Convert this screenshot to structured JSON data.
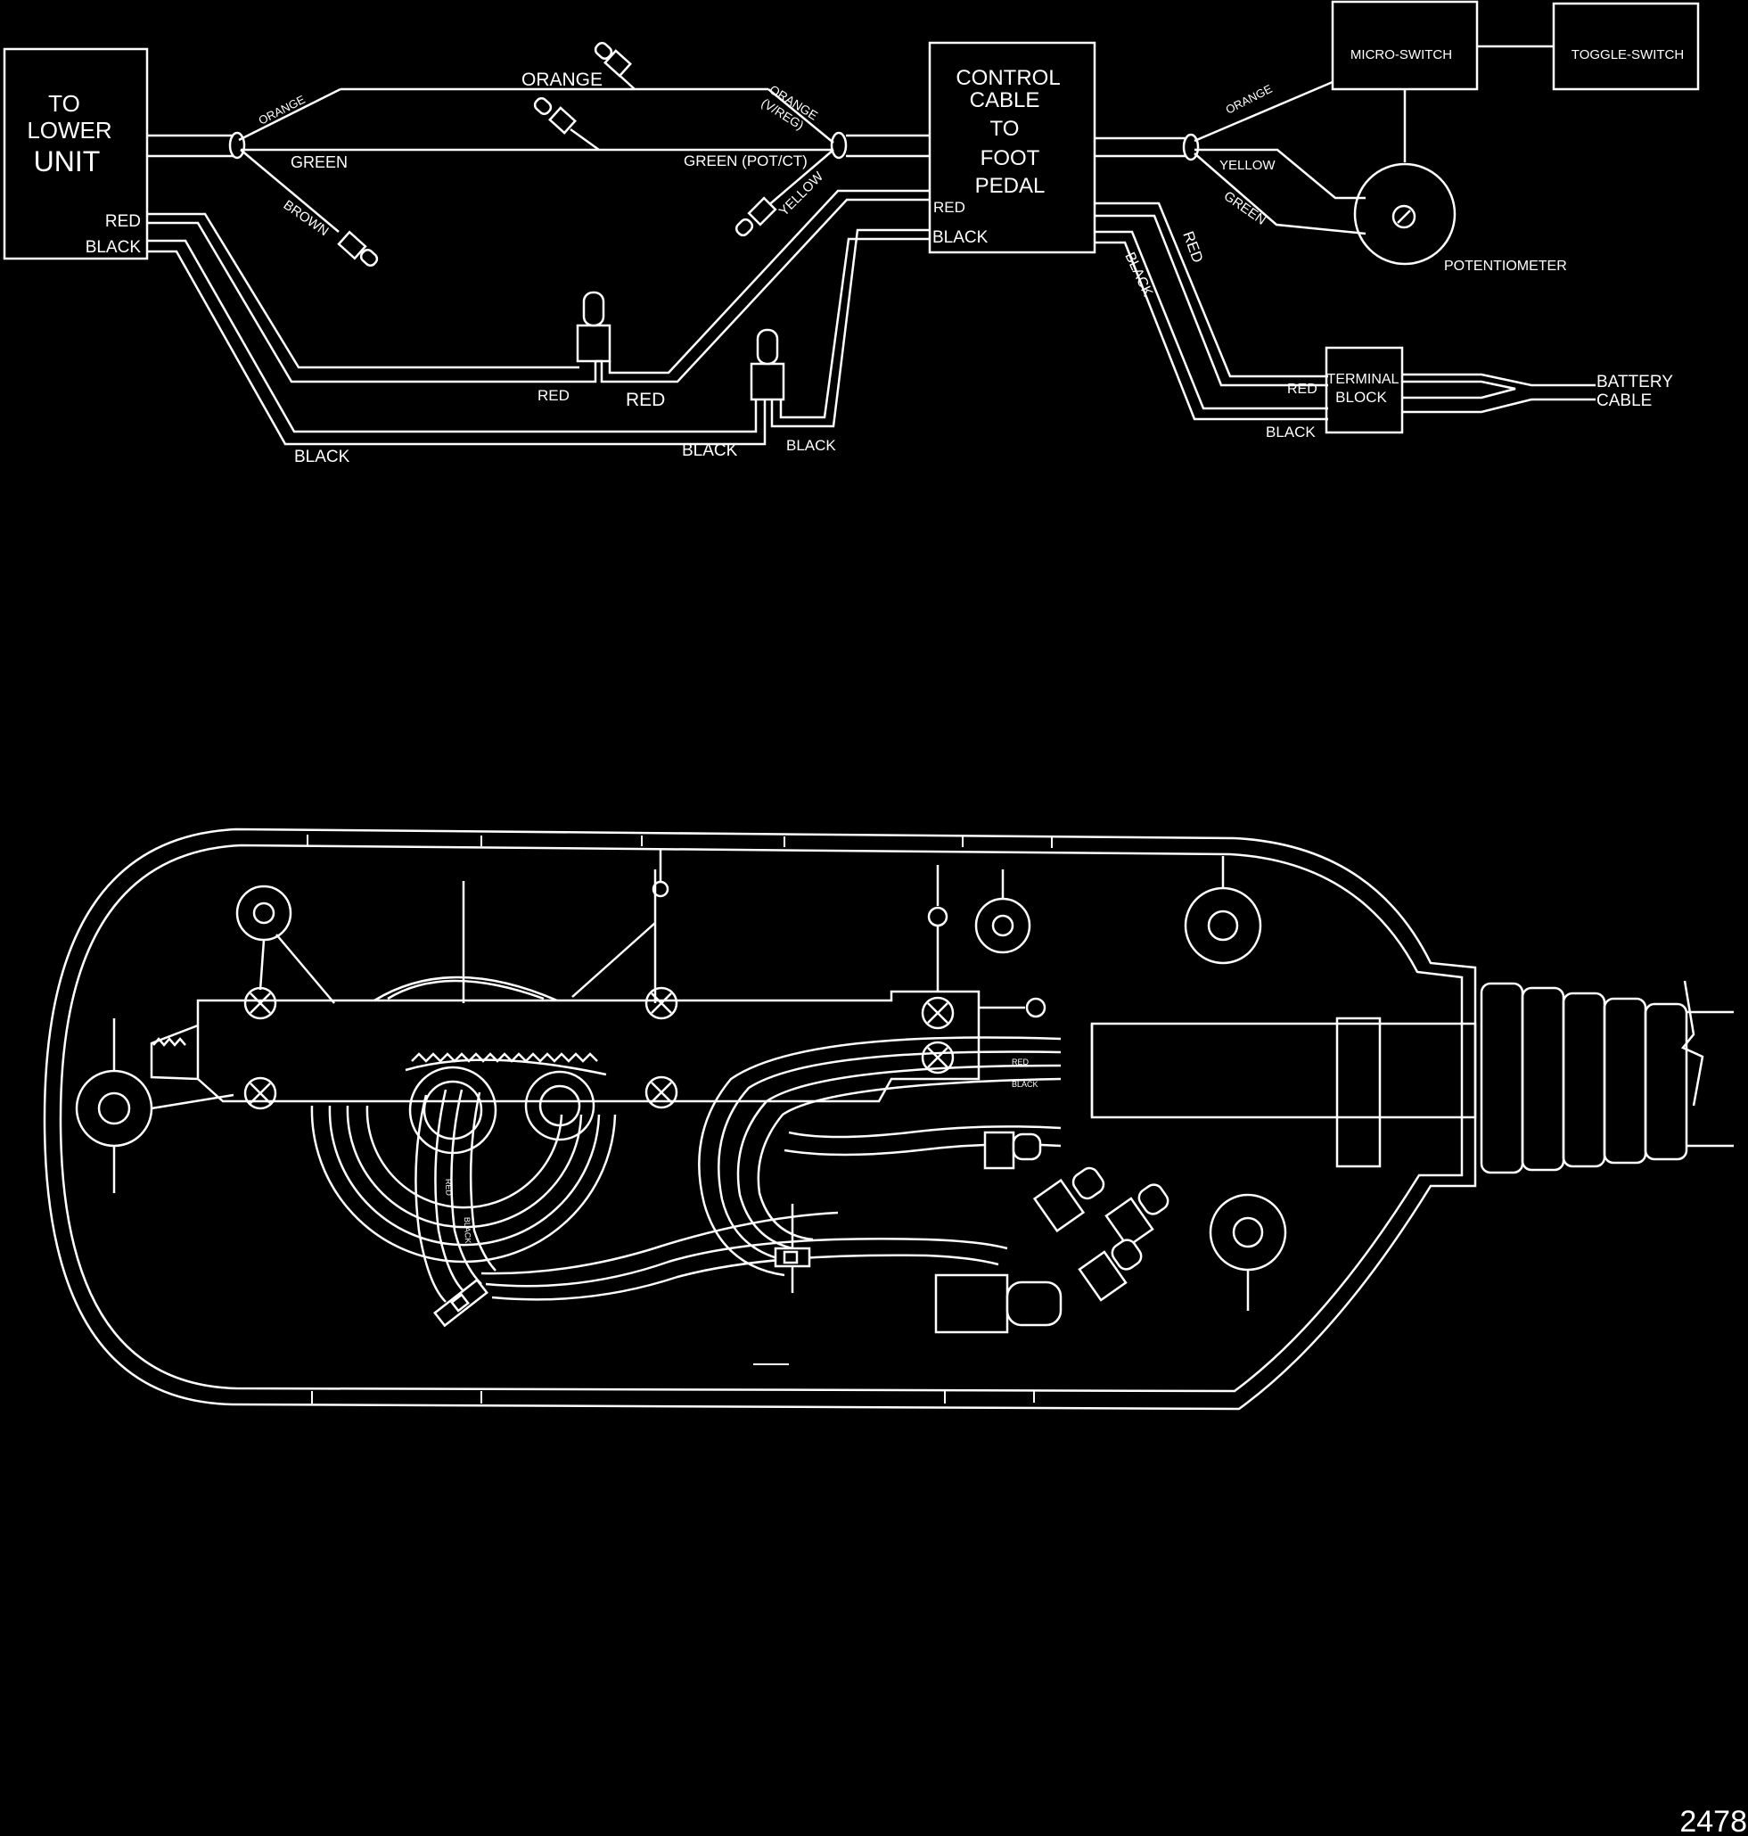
{
  "wiring_diagram": {
    "boxes": {
      "lower_unit": [
        "TO",
        "LOWER",
        "UNIT"
      ],
      "control_cable": [
        "CONTROL",
        "CABLE",
        "TO",
        "FOOT",
        "PEDAL"
      ],
      "micro_switch": "MICRO-SWITCH",
      "toggle_switch": "TOGGLE-SWITCH",
      "terminal_block": [
        "TERMINAL",
        "BLOCK"
      ]
    },
    "labels": {
      "orange_small": "ORANGE",
      "orange_large": "ORANGE",
      "orange_vreg": [
        "ORANGE",
        "(V/REG)"
      ],
      "green": "GREEN",
      "green_pot_ct": "GREEN (POT/CT)",
      "brown": "BROWN",
      "yellow": "YELLOW",
      "lower_red": "RED",
      "lower_black": "BLACK",
      "red_connector": "RED",
      "red_wire": "RED",
      "black_bottom": "BLACK",
      "black_mid": "BLACK",
      "black_connector": "BLACK",
      "cable_red": "RED",
      "cable_black": "BLACK",
      "right_orange": "ORANGE",
      "right_yellow": "YELLOW",
      "right_green": "GREEN",
      "potentiometer": "POTENTIOMETER",
      "right_red": "RED",
      "right_black": "BLACK",
      "tb_red": "RED",
      "tb_black": "BLACK",
      "battery_cable": [
        "BATTERY",
        "CABLE"
      ]
    }
  },
  "housing_illustration": {
    "wire_labels": {
      "red_a": "RED",
      "black_a": "BLACK",
      "red_b": "RED",
      "black_b": "BLACK"
    }
  },
  "figure_number": "2478",
  "colors": {
    "background": "#000000",
    "line": "#ffffff"
  }
}
